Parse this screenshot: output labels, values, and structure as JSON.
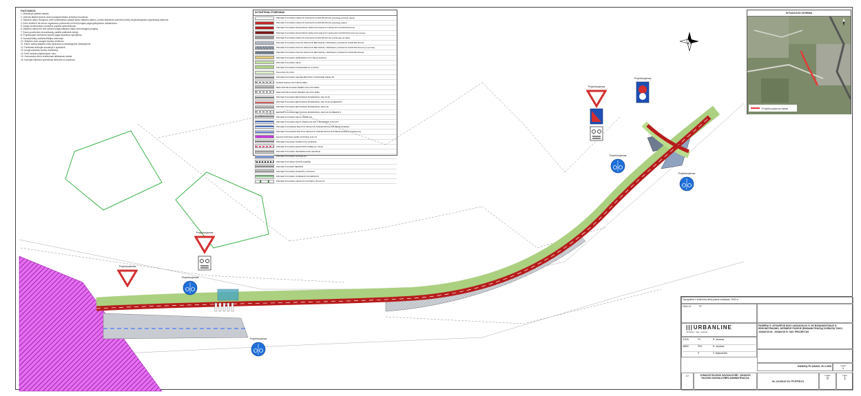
{
  "notes": {
    "title": "PASTABOS",
    "lines": [
      "1. Matmenys pateikti metrais.",
      "2. Vietoms tikslinti darbus vesti naudojant tikslius erdvinius duomenis.",
      "3. Statybos darbų Rangovai, prieš pradėdamas vykdyti darbų statybos darbus, privalo išsikviesti požeminių tinklų eksploatuojančių organizacijų atstovus.",
      "4. Kelio ženklai ir kiti eismo reguliavimo priemonės turi būti įrengtos pagal galiojančius reikalavimus.",
      "5. Dangų konstrukcijos nurodytos projekto sprendiniuose.",
      "6. Statybos darbai turi būti vykdomi pagal statybos darbų technologijos projektą.",
      "7. Esamų požeminių komunikacijų padėtis patikslinti vietoje.",
      "8. Projektuojami elementai žymimi pagal sutartinius žymėjimus.",
      "9. Nurodyti taškų aukščiai Baltijos sistemoje.",
      "10. Statybos metu saugoti esamus želdinius.",
      "11. Eismo tvarka statybos metu derinama su atsakingomis institucijomis.",
      "12. Pažeistas teritorijas sutvarkyti ir apželdinti.",
      "13. Įrengti sutartinių ženklų ženklinimą.",
      "14. Kelio ženklai projektuojami I tipo.",
      "15. Horizontalus kelio ženklinimas atliekamas dažais.",
      "16. Nurodyti tolimesni sprendimai derinami su užsakovu."
    ]
  },
  "legend": {
    "title": "SUTARTINIAI ŽYMĖJIMAI",
    "items": [
      {
        "label": "PROJEKTUOJAMA ASFALTO DANGOS KONSTRUKCIJA (pėsčiųjų-dviračių takas)",
        "color": "#ffffff",
        "pattern": "plain"
      },
      {
        "label": "PROJEKTUOJAMA ASFALTO DANGOS KONSTRUKCIJA (pėsčiųjų takas)",
        "color": "#c62828",
        "pattern": "plain"
      },
      {
        "label": "PROJEKTUOJAMA RAUDONOS SPALVOS ASFALTO DANGOS KONSTRUKCIJA",
        "color": "#b71c1c",
        "pattern": "plain"
      },
      {
        "label": "PROJEKTUOJAMA RAUDONOS SPALVOS ASFALTO DANGOS KONSTRUKCIJA (remontas)",
        "color": "#8e1b1b",
        "pattern": "hatch"
      },
      {
        "label": "PROJEKTUOJAMA ASFALTO DANGOS KONSTRUKCIJA (važiuojamoji dalis)",
        "color": "#9e9e9e",
        "pattern": "plain"
      },
      {
        "label": "PROJEKTUOJAMA PILKOS SPALVOS BETONINIŲ TRINKELIŲ DANGOS KONSTRUKCIJA",
        "color": "#b0b8c8",
        "pattern": "plain"
      },
      {
        "label": "PROJEKTUOJAMA PILKOS SPALVOS BETONINIŲ TRINKELIŲ DANGOS KONSTRUKCIJA (remontas)",
        "color": "#9aa5b8",
        "pattern": "hatch"
      },
      {
        "label": "PROJEKTUOJAMA PILKOS SPALVOS BETONINIŲ TRINKELIŲ DANGOS KONSTRUKCIJA",
        "color": "#6d7a8f",
        "pattern": "plain"
      },
      {
        "label": "PROJEKTUOJAMA ĮSPĖJAMOJI PLYTELIŲ DANGA",
        "color": "#e0c97a",
        "pattern": "plain"
      },
      {
        "label": "PROJEKTUOJAMA VEJA",
        "color": "#c5e1a5",
        "pattern": "plain"
      },
      {
        "label": "PROJEKTUOJAMA ATSKIRIAMOJI JUOSTA",
        "color": "#aed581",
        "pattern": "plain"
      },
      {
        "label": "ŽALIASIS PLOTAS",
        "color": "#dcedc8",
        "pattern": "plain"
      },
      {
        "label": "PROJEKTUOJAMA GELŽELBETONIO ATRAMINĖ SIENUTĖ",
        "color": "#ffffff",
        "pattern": "line"
      },
      {
        "label": "NUMATOMAS STATYBOS RIBA",
        "color": "#ffffff",
        "pattern": "dash"
      },
      {
        "label": "REKONSTRUOJAMA ŽEMĖS SKLYPO RIBA",
        "color": "#ffffff",
        "pattern": "line"
      },
      {
        "label": "REKONSTRUOJAMO ŽEMĖS SKLYPO RIBA",
        "color": "#ffffff",
        "pattern": "dash"
      },
      {
        "label": "PROJEKTUOJAMA BETONINIAI BORDIŪRAI 100.15.30",
        "color": "#ffffff",
        "pattern": "line"
      },
      {
        "label": "PROJEKTUOJAMA BETONINIAI BORDIŪRAI 100.15.30 NUŽEMINTI",
        "color": "#ffffff",
        "pattern": "redline"
      },
      {
        "label": "PROJEKTUOJAMA BETONINIAI BORDIŪRAI 100.8.20",
        "color": "#ffffff",
        "pattern": "line"
      },
      {
        "label": "PROJEKTUOJAMA BETONINIAI BORDIŪRAI 100.8.20 NUŽEMINTI",
        "color": "#ffffff",
        "pattern": "dash"
      },
      {
        "label": "PROJEKTUOJAMA KELIO ŽENKLAS",
        "color": "#ffffff",
        "pattern": "line"
      },
      {
        "label": "PROJEKTUOJAMA KELIO ŽENKLAS ANT ATRAMINĖS STULPO",
        "color": "#ffffff",
        "pattern": "blue"
      },
      {
        "label": "PROJEKTUOJAMAS BALTOS SPALVOS HORIZONTALUSIS ŽENKLINIMAS",
        "color": "#ffffff",
        "pattern": "blue"
      },
      {
        "label": "PROJEKTUOJAMAS BALTOS SPALVOS HORIZONTALUSIS ŽENKLINIMAS (brūkšninis)",
        "color": "#ffffff",
        "pattern": "blue"
      },
      {
        "label": "ESAMI STATINIAI ARBA STATINIŲ DALYS",
        "color": "#e040fb",
        "pattern": "hatch"
      },
      {
        "label": "PROJEKTUOJAMA ŠVIESTUVŲ ATRAMA",
        "color": "#ffffff",
        "pattern": "line"
      },
      {
        "label": "PROJEKTUOJAMA ELEKTROS KABELIŲ LINIJA",
        "color": "#ffffff",
        "pattern": "magenta"
      },
      {
        "label": "PROJEKTUOJAMA INFORMACINĖ LENTELĖ",
        "color": "#ffffff",
        "pattern": "line"
      },
      {
        "label": "PROJEKTUOJAMA SUOLELIAI",
        "color": "#ffffff",
        "pattern": "blue"
      },
      {
        "label": "PROJEKTUOJAMA ŠIUKŠLIADĖŽĖ",
        "color": "#ffffff",
        "pattern": "dot"
      },
      {
        "label": "PROJEKTUOJAMI MEDŽIAI",
        "color": "#ffffff",
        "pattern": "line"
      },
      {
        "label": "PROJEKTUOJAMA DVIRAČIŲ STOVAS",
        "color": "#ffffff",
        "pattern": "line"
      },
      {
        "label": "PROJEKTUOJAMA VANDENS NUVEDIMAS",
        "color": "#ffffff",
        "pattern": "green"
      },
      {
        "label": "PROJEKTUOJAMA LIETAUS NUOTEKŲ ŠULINYS",
        "color": "#ffffff",
        "pattern": "circle"
      }
    ]
  },
  "situation": {
    "title": "SITUACIJOS SCHEMA",
    "legend_label": "Projektuojamas takas"
  },
  "signs": {
    "label": "Projektuojamas"
  },
  "titleblock": {
    "company": "URBANLINE",
    "company_prefix": "|||",
    "address": "Jonavos r. sav., Lietuva",
    "project_description": "PANERIŲ G. ATKARPOS NUO LAUKAGALIO G. IKI BASANAVIČIAUS G. REKONSTRAVIMO, DEŠINĖJE PUSĖJE (EINDAMI PEAČIŲ) DVIRAČIŲ TAKO, JONAVOS M., JONAVOS R. SAV. PROJEKTAS",
    "drawing_name": "DANGŲ PLANAS, M 1:500",
    "sheet_number": "0",
    "total_sheets": "1",
    "document_code": "UL-24-00147-01-TP-PP.B-01",
    "client": "JONAVOS RAJONO SAVIVALDYBĖ / JONAVOS RAJONO SAVIVALDYBĖS ADMINISTRACIJA",
    "stage": "TP",
    "lang": "LT",
    "date": "2024-12",
    "revision": "0",
    "roles": [
      {
        "code": "37326",
        "role": "PV",
        "name": "B. Jasiukas"
      },
      {
        "code": "36982",
        "role": "PDV",
        "name": "B. Jasiukas"
      },
      {
        "code": "",
        "role": "P",
        "name": "Ž. Butkevičiūtė"
      }
    ],
    "scale_label": "Mastelis",
    "stage_label": "Laida",
    "sheet_label": "Lapas",
    "sheets_label": "Lapų",
    "top_note": "Topografinis ir inžinerinių tinklų planas sudarytas, 2024 m."
  }
}
